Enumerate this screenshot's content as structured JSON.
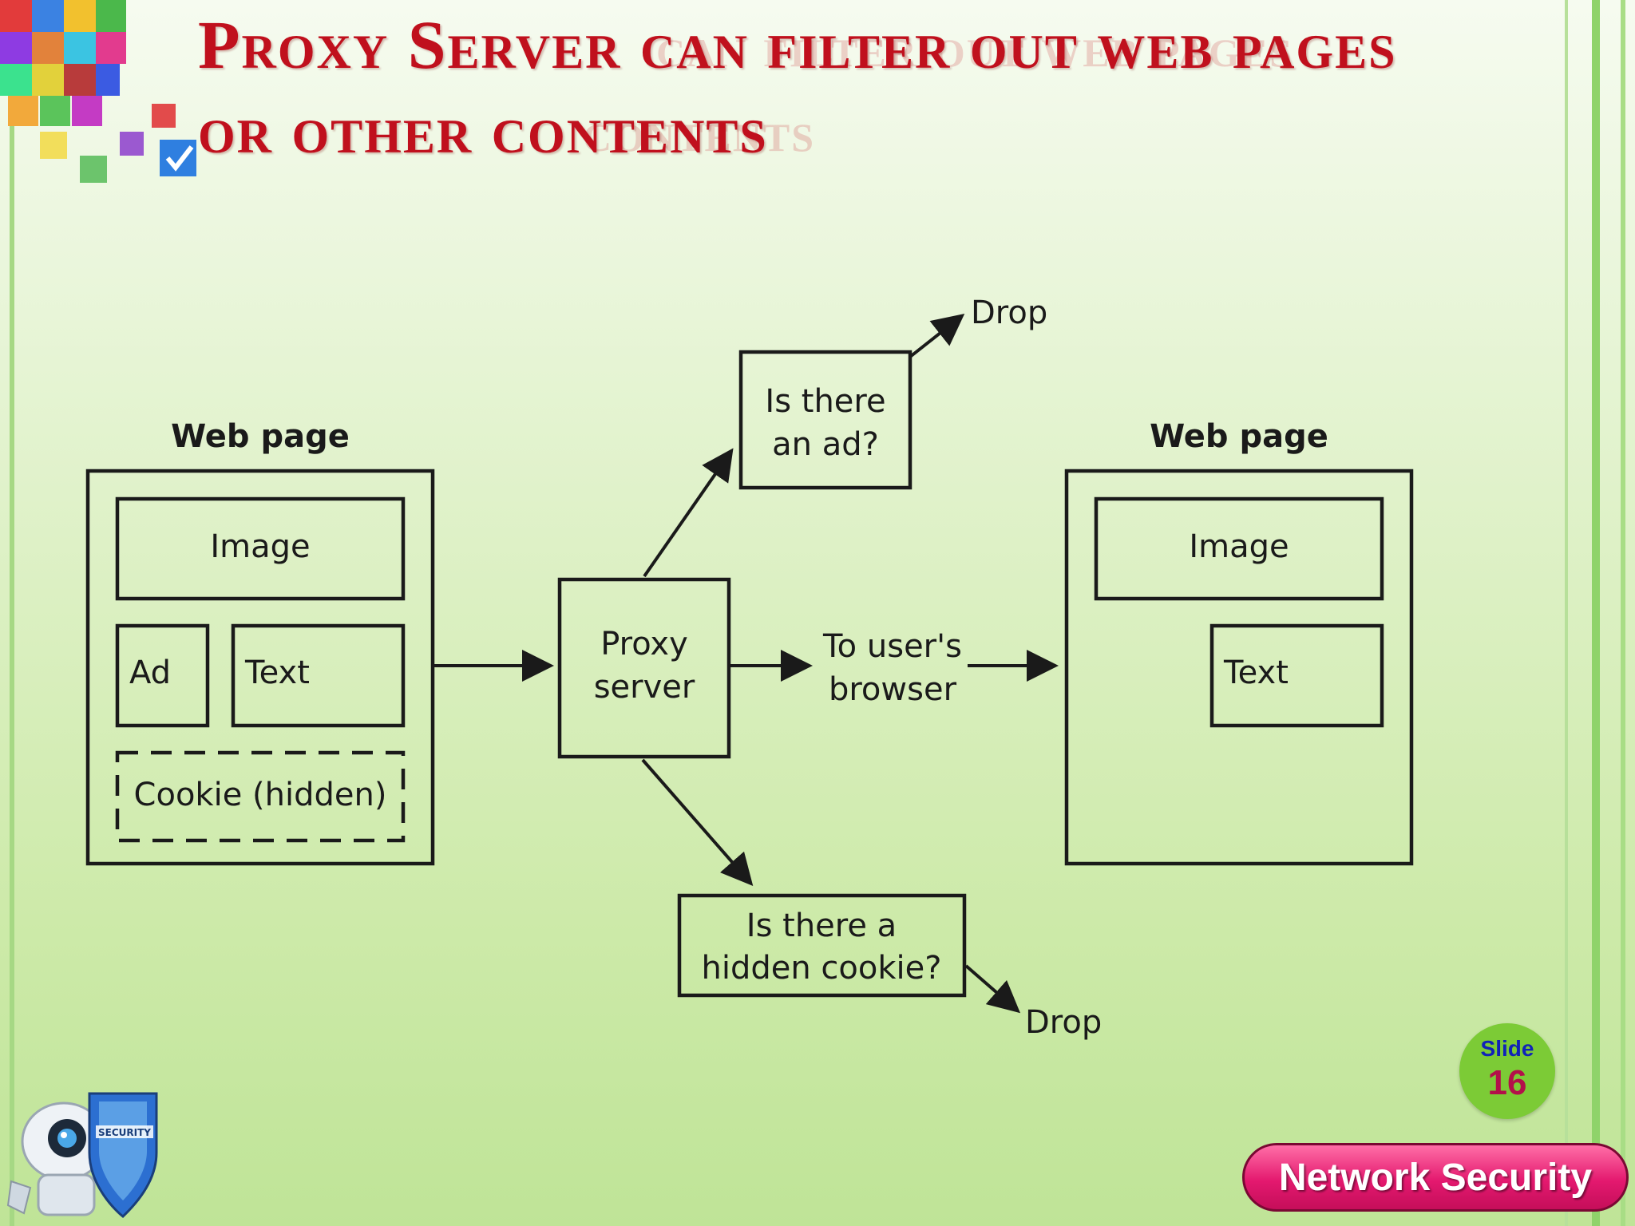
{
  "slide": {
    "title_line1": "Proxy Server can filter out web pages",
    "title_line2": "or other contents",
    "slide_label": "Slide",
    "slide_number": "16",
    "footer_label": "Network Security"
  },
  "diagram": {
    "left_page": {
      "heading": "Web page",
      "image": "Image",
      "ad": "Ad",
      "text": "Text",
      "cookie": "Cookie (hidden)"
    },
    "proxy": {
      "line1": "Proxy",
      "line2": "server"
    },
    "ad_check": {
      "line1": "Is there",
      "line2": "an ad?"
    },
    "ad_drop": "Drop",
    "cookie_check": {
      "line1": "Is there a",
      "line2": "hidden cookie?"
    },
    "cookie_drop": "Drop",
    "to_browser": {
      "line1": "To user's",
      "line2": "browser"
    },
    "right_page": {
      "heading": "Web page",
      "image": "Image",
      "text": "Text"
    }
  },
  "colors": {
    "title": "#c0101d",
    "badge_bg": "#7ccb36",
    "footer_bg": "#e4196f"
  }
}
